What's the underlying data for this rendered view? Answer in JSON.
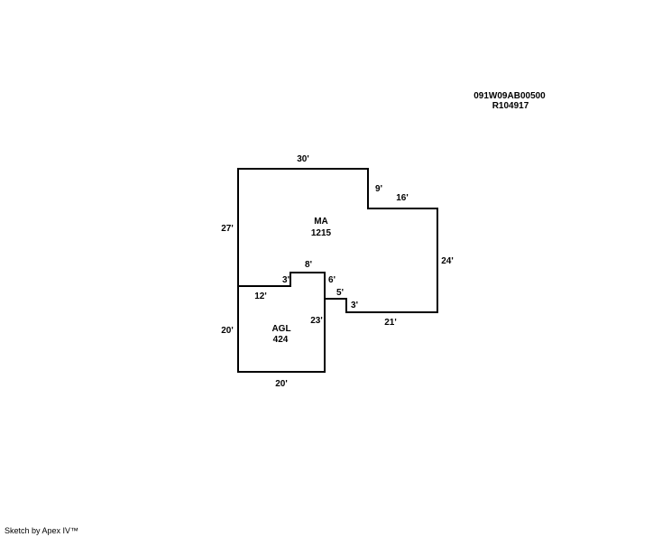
{
  "parcel": {
    "id": "091W09AB00500",
    "ref": "R104917"
  },
  "areas": [
    {
      "name": "MA",
      "size": "1215"
    },
    {
      "name": "AGL",
      "size": "424"
    }
  ],
  "dimensions": {
    "ma_top": "30'",
    "ma_step_down": "9'",
    "ma_upper_right": "16'",
    "ma_right": "24'",
    "ma_bottom": "21'",
    "ma_notch_up": "3'",
    "ma_notch_left": "5'",
    "ma_inner_right": "6'",
    "ma_inner_top": "8'",
    "ma_inner_step": "3'",
    "ma_inner_left": "12'",
    "ma_left": "27'",
    "agl_left": "20'",
    "agl_right": "23'",
    "agl_bottom": "20'"
  },
  "footer": {
    "text": "Sketch by Apex IV™"
  }
}
